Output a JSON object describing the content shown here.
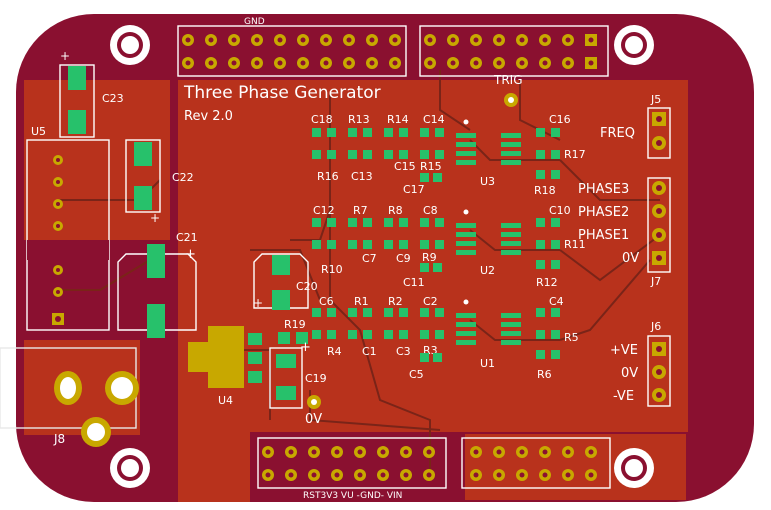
{
  "board": {
    "title": "Three Phase Generator",
    "revision": "Rev 2.0",
    "colors": {
      "board": "#8a1030",
      "copper": "#b8321c",
      "pad": "#27c16b",
      "gold": "#c8a800",
      "silk": "#ffffff"
    }
  },
  "header_labels": {
    "gnd": "GND",
    "bottom": "RST3V3 VU -GND- VIN"
  },
  "test_points": {
    "trig": "TRIG",
    "zero_v": "0V"
  },
  "connectors": {
    "j5": {
      "ref": "J5",
      "labels": [
        "FREQ"
      ]
    },
    "j7": {
      "ref": "J7",
      "labels": [
        "PHASE3",
        "PHASE2",
        "PHASE1",
        "0V"
      ]
    },
    "j6": {
      "ref": "J6",
      "labels": [
        "+VE",
        "0V",
        "-VE"
      ]
    },
    "j8": {
      "ref": "J8"
    }
  },
  "components": {
    "u1": "U1",
    "u2": "U2",
    "u3": "U3",
    "u4": "U4",
    "u5": "U5",
    "c1": "C1",
    "c2": "C2",
    "c3": "C3",
    "c4": "C4",
    "c5": "C5",
    "c6": "C6",
    "c7": "C7",
    "c8": "C8",
    "c9": "C9",
    "c10": "C10",
    "c11": "C11",
    "c12": "C12",
    "c13": "C13",
    "c14": "C14",
    "c15": "C15",
    "c16": "C16",
    "c17": "C17",
    "c18": "C18",
    "c19": "C19",
    "c20": "C20",
    "c21": "C21",
    "c22": "C22",
    "c23": "C23",
    "r1": "R1",
    "r2": "R2",
    "r3": "R3",
    "r4": "R4",
    "r5": "R5",
    "r6": "R6",
    "r7": "R7",
    "r8": "R8",
    "r9": "R9",
    "r10": "R10",
    "r11": "R11",
    "r12": "R12",
    "r13": "R13",
    "r14": "R14",
    "r15": "R15",
    "r16": "R16",
    "r17": "R17",
    "r18": "R18",
    "r19": "R19"
  },
  "polarity": {
    "plus": "+"
  }
}
